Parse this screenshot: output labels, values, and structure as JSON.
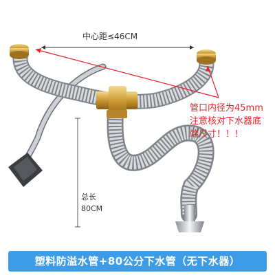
{
  "product_photo": {
    "center_distance_label": "中心距≤46CM",
    "inner_diameter_note_line1": "管口内径为45mm",
    "inner_diameter_note_line2": "注意核对下水器底",
    "inner_diameter_note_line3": "端尺寸！！！",
    "total_length_label_line1": "总长",
    "total_length_label_line2": "80CM",
    "caption": "塑料防溢水管+80公分下水管（无下水器）"
  },
  "colors": {
    "annotation_red": "#e62129",
    "caption_bar": "#3d9ce8",
    "hose_steel": "#a9adb3",
    "fitting_brass": "#d4a646"
  }
}
